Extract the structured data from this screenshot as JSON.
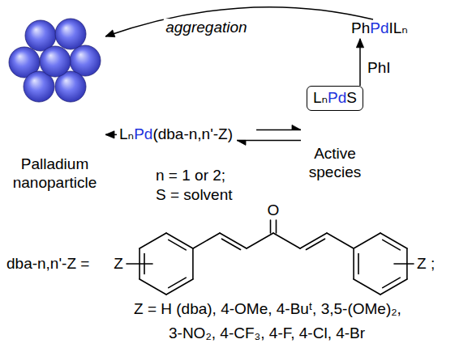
{
  "diagram": {
    "nodes": [
      {
        "text": [
          "Palladium nanoparticle"
        ]
      },
      {
        "text": [
          "LₙPd(dba-n,n'-Z)"
        ]
      },
      {
        "text": [
          "LₙPdS",
          "Active species"
        ]
      },
      {
        "text": [
          "PhPdILₙ"
        ]
      }
    ],
    "edges": [
      {
        "from": 1,
        "to": 0,
        "arrow": "to"
      },
      {
        "from": 1,
        "to": 2,
        "arrow": "to"
      },
      {
        "from": 2,
        "to": 1,
        "arrow": "to"
      },
      {
        "from": 2,
        "to": 3,
        "label": "PhI",
        "arrow": "to"
      },
      {
        "from": 3,
        "to": 0,
        "label": "aggregation",
        "arrow": "to"
      }
    ],
    "labels": [
      "n = 1 or 2;",
      "S = solvent",
      "dba-n,n'-Z =",
      "O",
      "Z",
      "Z ;",
      "Z = H (dba), 4-OMe, 4-Buᵗ, 3,5-(OMe)₂,",
      "3-NO₂, 4-CF₃, 4-F, 4-Cl, 4-Br"
    ]
  }
}
